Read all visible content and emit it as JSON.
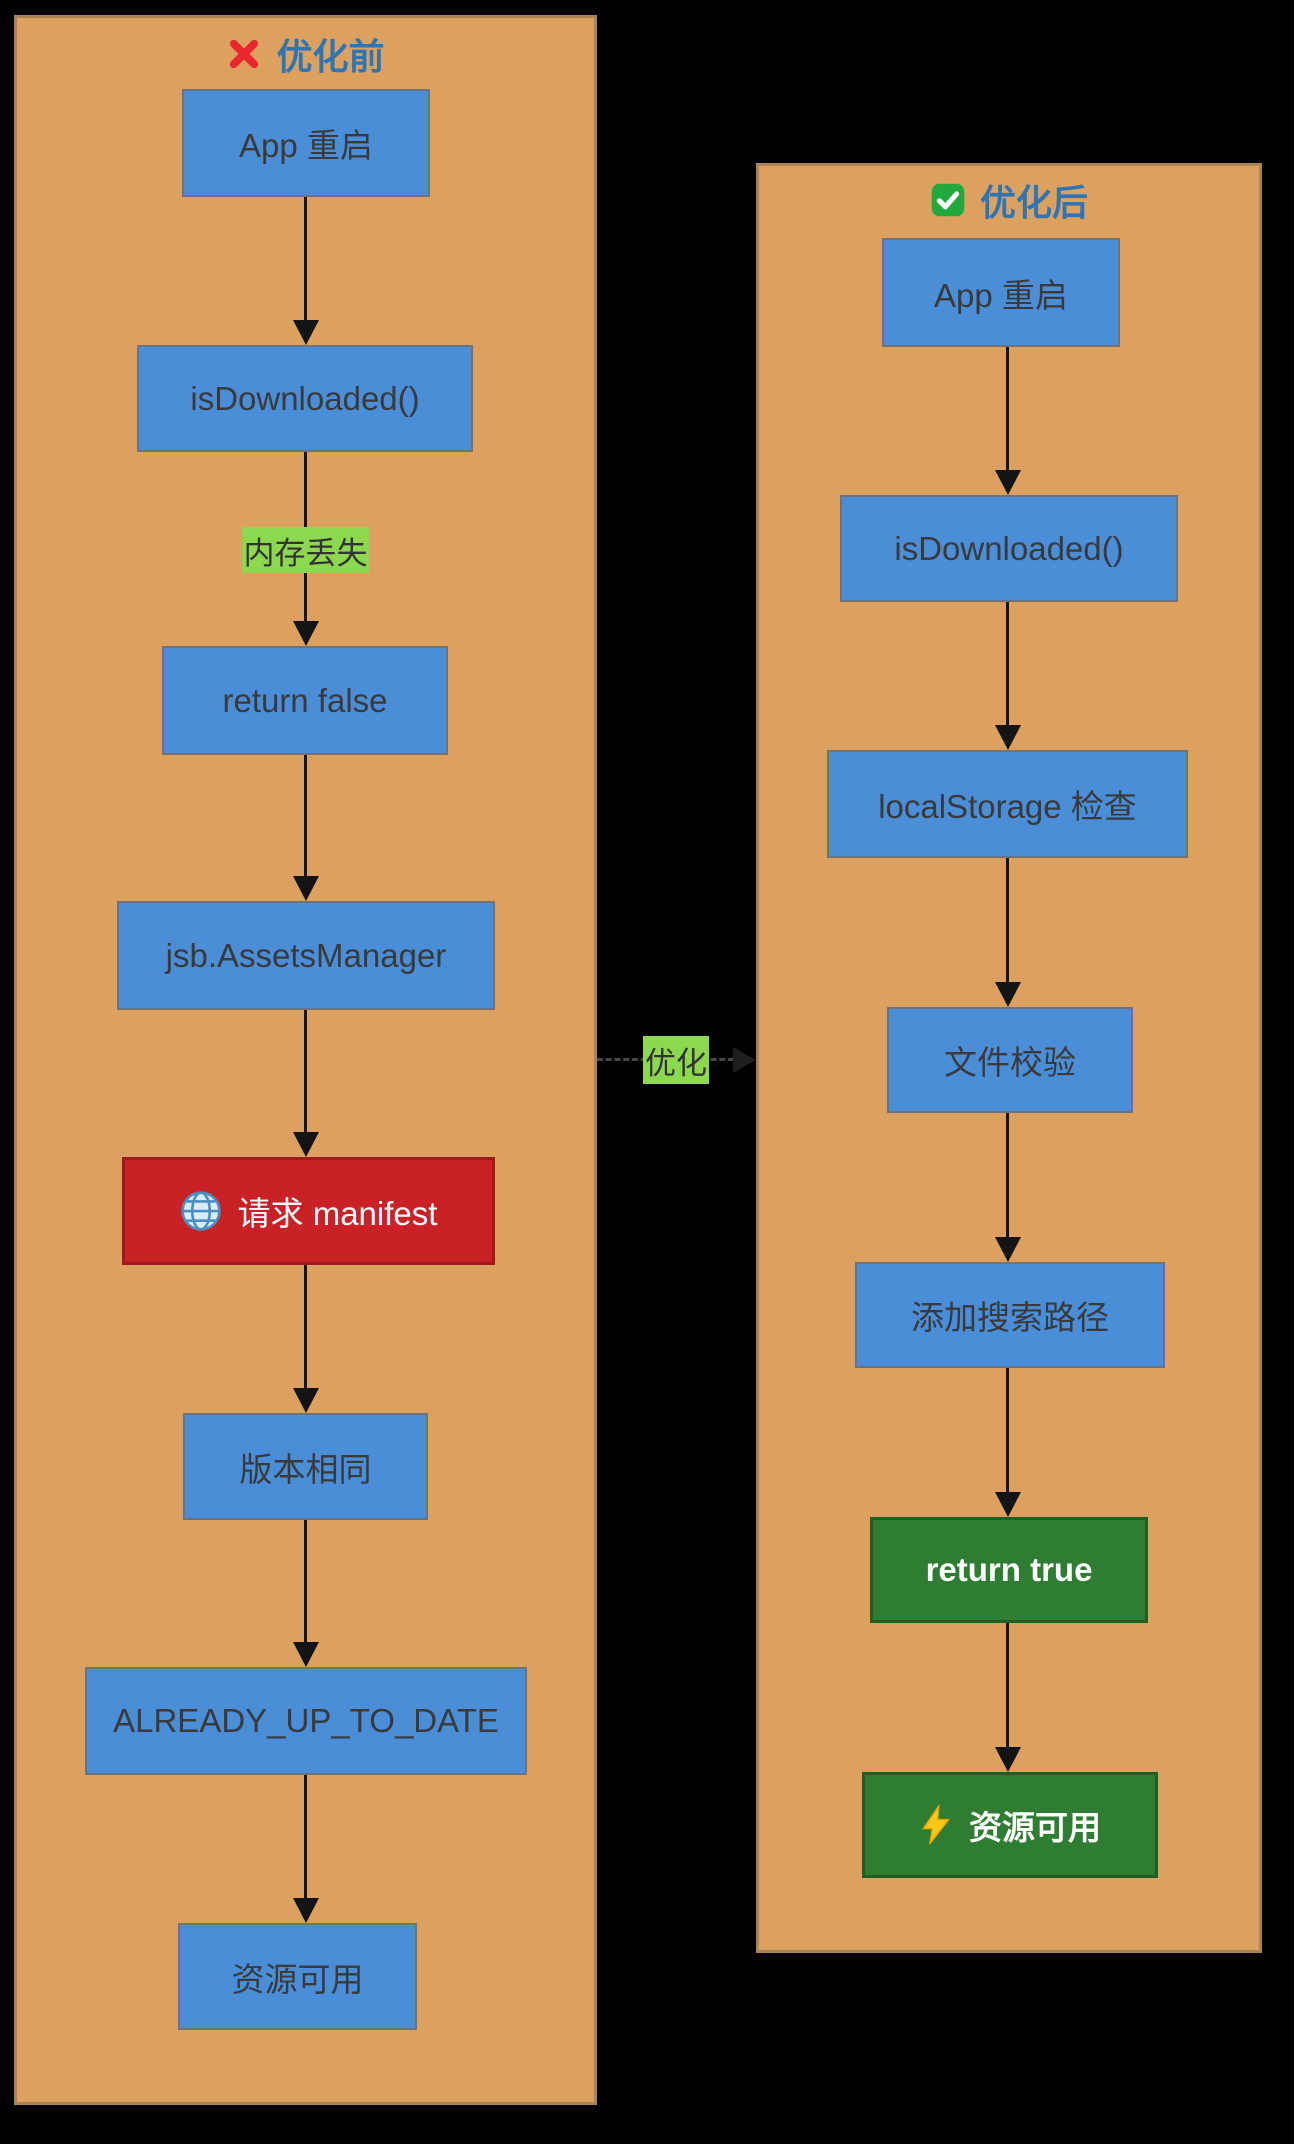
{
  "colors": {
    "background": "#000000",
    "panel_fill": "#dca05f",
    "panel_border": "#a98556",
    "node_blue": "#4a8ed8",
    "node_red": "#c92125",
    "node_green": "#2e7d32",
    "edge_label_green": "#8cd950",
    "title_blue": "#2e75b6",
    "arrow_black": "#141414",
    "node_text_dark": "#3a3a3a",
    "node_text_light": "#ffffff"
  },
  "left": {
    "title": "优化前",
    "title_icon": "cross-mark",
    "nodes": [
      "App 重启",
      "isDownloaded()",
      "return false",
      "jsb.AssetsManager",
      "请求 manifest",
      "版本相同",
      "ALREADY_UP_TO_DATE",
      "资源可用"
    ],
    "manifest_icon": "globe",
    "edge_label": "内存丢失"
  },
  "right": {
    "title": "优化后",
    "title_icon": "check-mark",
    "nodes": [
      "App 重启",
      "isDownloaded()",
      "localStorage 检查",
      "文件校验",
      "添加搜索路径",
      "return true",
      "资源可用"
    ],
    "resource_icon": "lightning"
  },
  "connector": {
    "label": "优化"
  }
}
